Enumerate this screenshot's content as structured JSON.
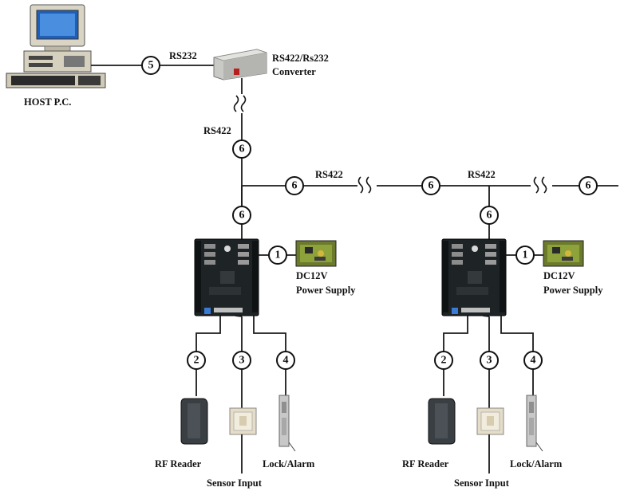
{
  "labels": {
    "host": "HOST P.C.",
    "rs232": "RS232",
    "converter_line1": "RS422/Rs232",
    "converter_line2": "Converter",
    "rs422_vertical": "RS422",
    "rs422_bus_a": "RS422",
    "rs422_bus_b": "RS422",
    "psu_line1": "DC12V",
    "psu_line2": "Power Supply",
    "rf_reader": "RF Reader",
    "sensor_input": "Sensor Input",
    "lock_alarm": "Lock/Alarm"
  },
  "connection_numbers": {
    "host_link": "5",
    "rs422_vertical": "6",
    "bus_left": "6",
    "bus_middle": "6",
    "bus_right": "6",
    "controller_drop": "6",
    "power": "1",
    "reader": "2",
    "sensor": "3",
    "lock": "4"
  },
  "colors": {
    "board": "#1e2426",
    "psu_board": "#6b7a2c",
    "converter_body": "#c9c9c6",
    "reader_body": "#3a3f44",
    "sensor_body": "#e6ddc8",
    "lock_body": "#c8c8c8"
  }
}
